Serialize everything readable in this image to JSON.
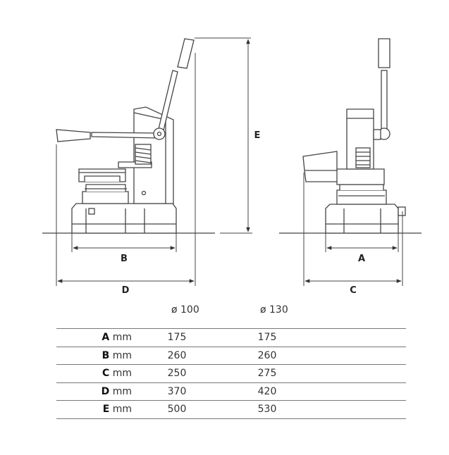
{
  "diagram": {
    "dimension_labels": {
      "A": "A",
      "B": "B",
      "C": "C",
      "D": "D",
      "E": "E"
    }
  },
  "table": {
    "columns": [
      "ø 100",
      "ø 130"
    ],
    "rows": [
      {
        "key": "A",
        "unit": "mm",
        "values": [
          "175",
          "175"
        ]
      },
      {
        "key": "B",
        "unit": "mm",
        "values": [
          "260",
          "260"
        ]
      },
      {
        "key": "C",
        "unit": "mm",
        "values": [
          "250",
          "275"
        ]
      },
      {
        "key": "D",
        "unit": "mm",
        "values": [
          "370",
          "420"
        ]
      },
      {
        "key": "E",
        "unit": "mm",
        "values": [
          "500",
          "530"
        ]
      }
    ]
  }
}
